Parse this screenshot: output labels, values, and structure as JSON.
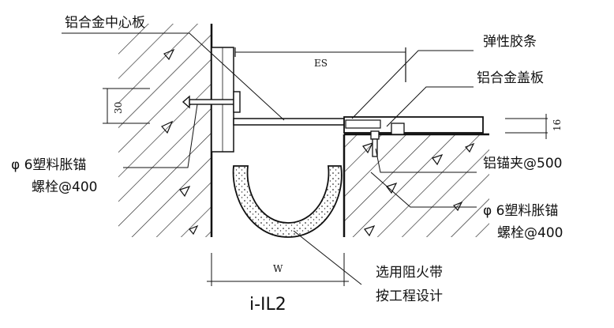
{
  "labels": {
    "center_plate": "铝合金中心板",
    "elastic_strip": "弹性胶条",
    "cover_plate": "铝合金盖板",
    "anchor_left_l1": "φ 6塑料胀锚",
    "anchor_left_l2": "螺栓@400",
    "clamp": "铝锚夹@500",
    "anchor_right_l1": "φ 6塑料胀锚",
    "anchor_right_l2": "螺栓@400",
    "fire_belt_l1": "选用阻火带",
    "fire_belt_l2": "按工程设计"
  },
  "dimensions": {
    "es": "ES",
    "thickness_30": "30",
    "thickness_16": "16",
    "width": "W"
  },
  "caption": "i-IL2",
  "colors": {
    "line": "#111111",
    "background": "#ffffff"
  }
}
